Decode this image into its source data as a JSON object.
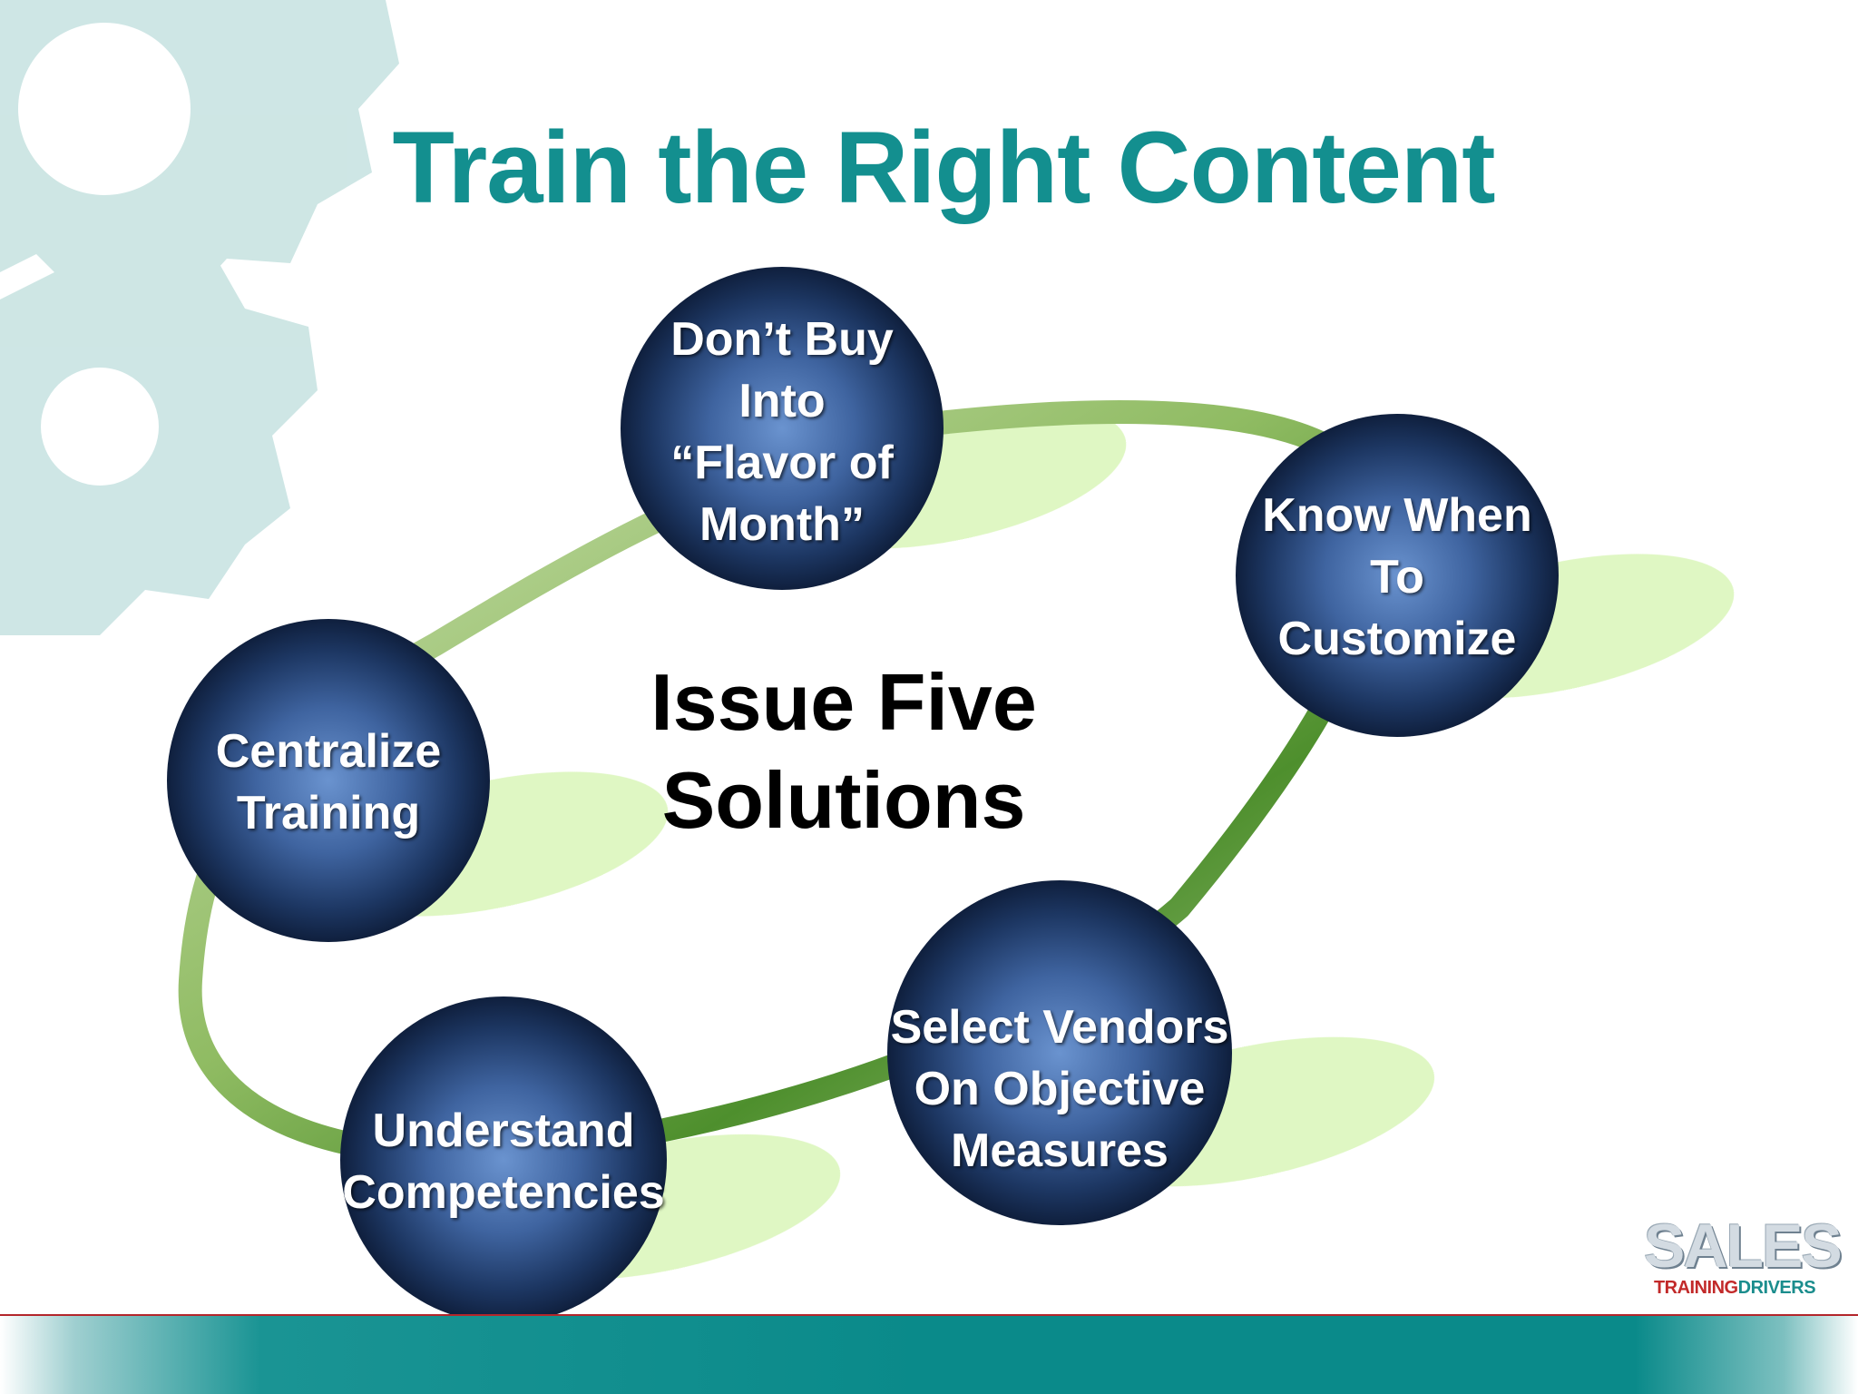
{
  "slide": {
    "title": "Train the Right Content",
    "center_label": [
      "Issue Five",
      "Solutions"
    ]
  },
  "nodes": [
    {
      "id": "flavor",
      "lines": [
        "Don’t Buy",
        "Into",
        "“Flavor of",
        "Month”"
      ]
    },
    {
      "id": "customize",
      "lines": [
        "Know When",
        "To",
        "Customize"
      ]
    },
    {
      "id": "centralize",
      "lines": [
        "Centralize",
        "Training"
      ]
    },
    {
      "id": "vendors",
      "lines": [
        "Select Vendors",
        "On Objective",
        "Measures"
      ]
    },
    {
      "id": "competencies",
      "lines": [
        "Understand",
        "Competencies"
      ]
    }
  ],
  "logo": {
    "main": "SALES",
    "sub_left": "TRAINING",
    "sub_right": "DRIVERS"
  },
  "colors": {
    "title": "#138f8f",
    "node_fill_center": "#5c86c2",
    "node_fill_edge": "#142848",
    "ring": "#5e9b3c",
    "shadow": "#d9f5b5",
    "gear": "#c6e2e0",
    "bar": "#0a8a8a",
    "rule": "#b3262b"
  }
}
